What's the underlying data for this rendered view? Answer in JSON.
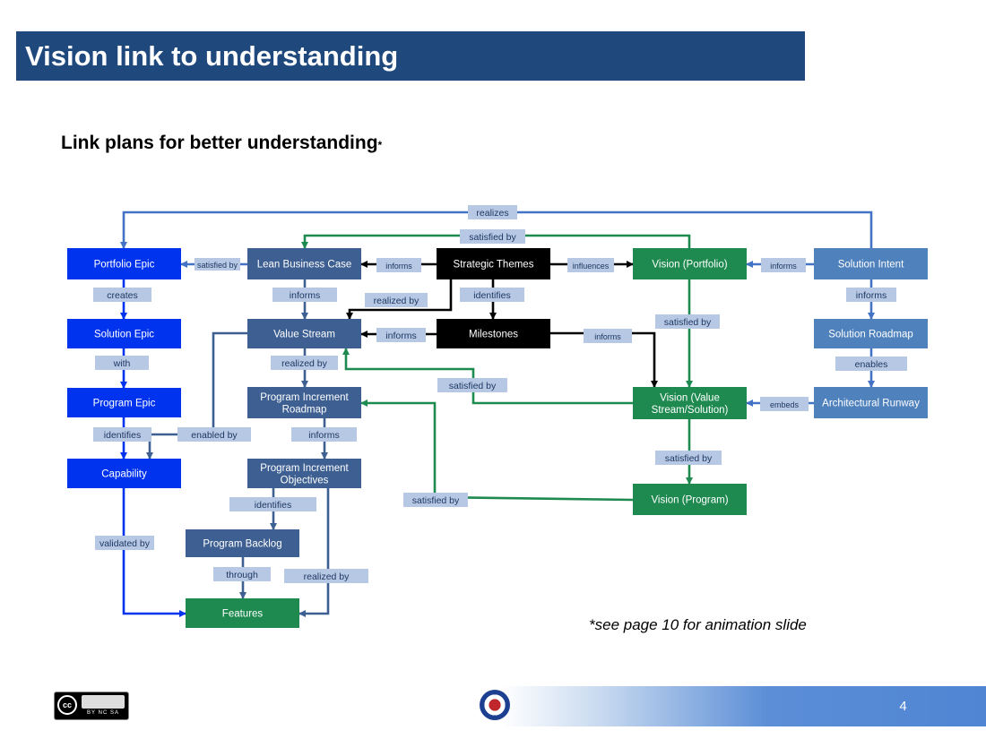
{
  "title": "Vision link to understanding",
  "subtitle": "Link plans for better understanding",
  "subtitle_mark": "*",
  "footnote": "*see page 10 for animation slide",
  "page_number": "4",
  "license": {
    "symbol": "cc",
    "text": "BY NC SA"
  },
  "colors": {
    "blue_bright": "#0033ee",
    "blue_steel": "#3d5f92",
    "blue_light": "#4f81bd",
    "green": "#1e8a50",
    "black": "#000000",
    "label_bg": "#b6c8e3",
    "arrow_blue": "#4472c4",
    "arrow_green": "#1e8a50"
  },
  "nodes": [
    {
      "id": "portfolio-epic",
      "label": "Portfolio Epic",
      "color": "blue_bright"
    },
    {
      "id": "lean-business-case",
      "label": "Lean Business Case",
      "color": "blue_steel"
    },
    {
      "id": "strategic-themes",
      "label": "Strategic Themes",
      "color": "black"
    },
    {
      "id": "vision-portfolio",
      "label": "Vision (Portfolio)",
      "color": "green"
    },
    {
      "id": "solution-intent",
      "label": "Solution Intent",
      "color": "blue_light"
    },
    {
      "id": "solution-epic",
      "label": "Solution Epic",
      "color": "blue_bright"
    },
    {
      "id": "value-stream",
      "label": "Value Stream",
      "color": "blue_steel"
    },
    {
      "id": "milestones",
      "label": "Milestones",
      "color": "black"
    },
    {
      "id": "solution-roadmap",
      "label": "Solution Roadmap",
      "color": "blue_light"
    },
    {
      "id": "program-epic",
      "label": "Program Epic",
      "color": "blue_bright"
    },
    {
      "id": "pi-roadmap",
      "label": "Program Increment Roadmap",
      "color": "blue_steel"
    },
    {
      "id": "vision-value-stream",
      "label": "Vision (Value Stream/Solution)",
      "color": "green"
    },
    {
      "id": "architectural-runway",
      "label": "Architectural Runway",
      "color": "blue_light"
    },
    {
      "id": "capability",
      "label": "Capability",
      "color": "blue_bright"
    },
    {
      "id": "pi-objectives",
      "label": "Program Increment Objectives",
      "color": "blue_steel"
    },
    {
      "id": "vision-program",
      "label": "Vision (Program)",
      "color": "green"
    },
    {
      "id": "program-backlog",
      "label": "Program Backlog",
      "color": "blue_steel"
    },
    {
      "id": "features",
      "label": "Features",
      "color": "green"
    }
  ],
  "edges": [
    {
      "id": "realizes",
      "label": "realizes",
      "color": "arrow_blue"
    },
    {
      "id": "satisfied-top",
      "label": "satisfied by",
      "color": "arrow_green"
    },
    {
      "id": "satisfied-left",
      "label": "satisfied by",
      "color": "arrow_blue"
    },
    {
      "id": "informs-lbc",
      "label": "informs",
      "color": "black"
    },
    {
      "id": "influences",
      "label": "influences",
      "color": "black"
    },
    {
      "id": "informs-si",
      "label": "informs",
      "color": "arrow_blue"
    },
    {
      "id": "creates",
      "label": "creates",
      "color": "blue_bright"
    },
    {
      "id": "informs-vs",
      "label": "informs",
      "color": "blue_steel"
    },
    {
      "id": "realized-by-st",
      "label": "realized by",
      "color": "black"
    },
    {
      "id": "identifies-ms",
      "label": "identifies",
      "color": "black"
    },
    {
      "id": "satisfied-mid",
      "label": "satisfied by",
      "color": "arrow_green"
    },
    {
      "id": "informs-sr",
      "label": "informs",
      "color": "arrow_blue"
    },
    {
      "id": "informs-ms",
      "label": "informs",
      "color": "black"
    },
    {
      "id": "informs-vvs",
      "label": "informs",
      "color": "black"
    },
    {
      "id": "with",
      "label": "with",
      "color": "blue_bright"
    },
    {
      "id": "realized-by-pir",
      "label": "realized by",
      "color": "blue_steel"
    },
    {
      "id": "satisfied-vs",
      "label": "satisfied by",
      "color": "arrow_green"
    },
    {
      "id": "enables",
      "label": "enables",
      "color": "arrow_blue"
    },
    {
      "id": "embeds",
      "label": "embeds",
      "color": "arrow_blue"
    },
    {
      "id": "identifies-cap",
      "label": "identifies",
      "color": "blue_bright"
    },
    {
      "id": "enabled-by",
      "label": "enabled by",
      "color": "blue_steel"
    },
    {
      "id": "informs-pio",
      "label": "informs",
      "color": "blue_steel"
    },
    {
      "id": "satisfied-vp",
      "label": "satisfied by",
      "color": "arrow_green"
    },
    {
      "id": "satisfied-pir",
      "label": "satisfied by",
      "color": "arrow_green"
    },
    {
      "id": "identifies-pb",
      "label": "identifies",
      "color": "blue_steel"
    },
    {
      "id": "validated-by",
      "label": "validated by",
      "color": "blue_bright"
    },
    {
      "id": "through",
      "label": "through",
      "color": "blue_steel"
    },
    {
      "id": "realized-by-feat",
      "label": "realized by",
      "color": "blue_steel"
    }
  ]
}
